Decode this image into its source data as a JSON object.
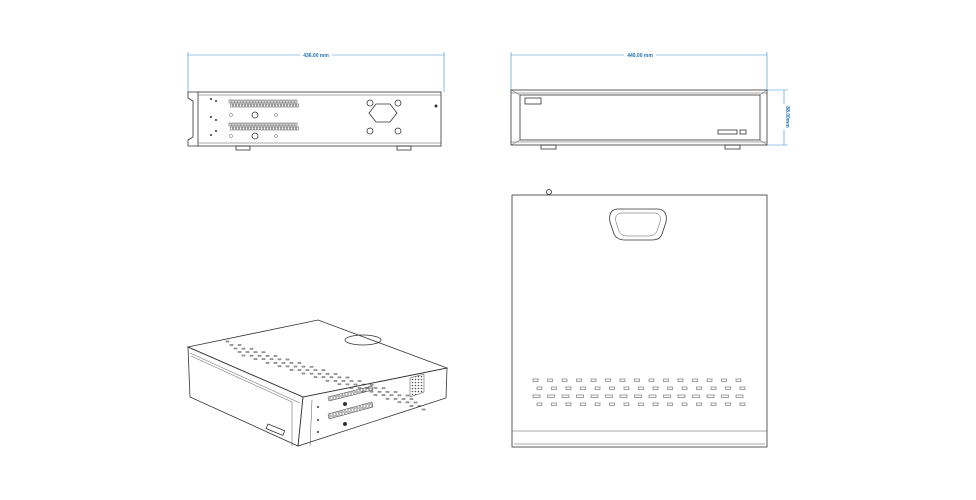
{
  "drawing": {
    "side_view": {
      "width_label": "436.00 mm"
    },
    "front_view": {
      "width_label": "440.00 mm",
      "height_label": "88.00mm"
    },
    "colors": {
      "dimension": "#3a8fd0",
      "line": "#333333"
    }
  }
}
